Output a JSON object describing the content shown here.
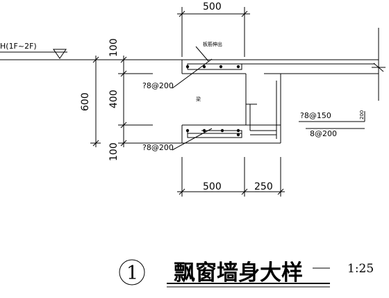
{
  "drawing": {
    "level_label": "H(1F~2F)",
    "dims": {
      "top_width": "500",
      "bottom_width": "500",
      "bottom_extension": "250",
      "total_height": "600",
      "mid_height": "400",
      "top_slab": "100",
      "bottom_slab": "100",
      "hook_length": "200"
    },
    "rebar": {
      "top": "?8@200",
      "bottom": "?8@200",
      "side": "?8@150",
      "side_lower": "8@200",
      "top_note": "板筋伸出",
      "mid_note": "梁"
    },
    "title": {
      "number": "1",
      "text": "飘窗墙身大样",
      "scale": "1:25"
    }
  }
}
